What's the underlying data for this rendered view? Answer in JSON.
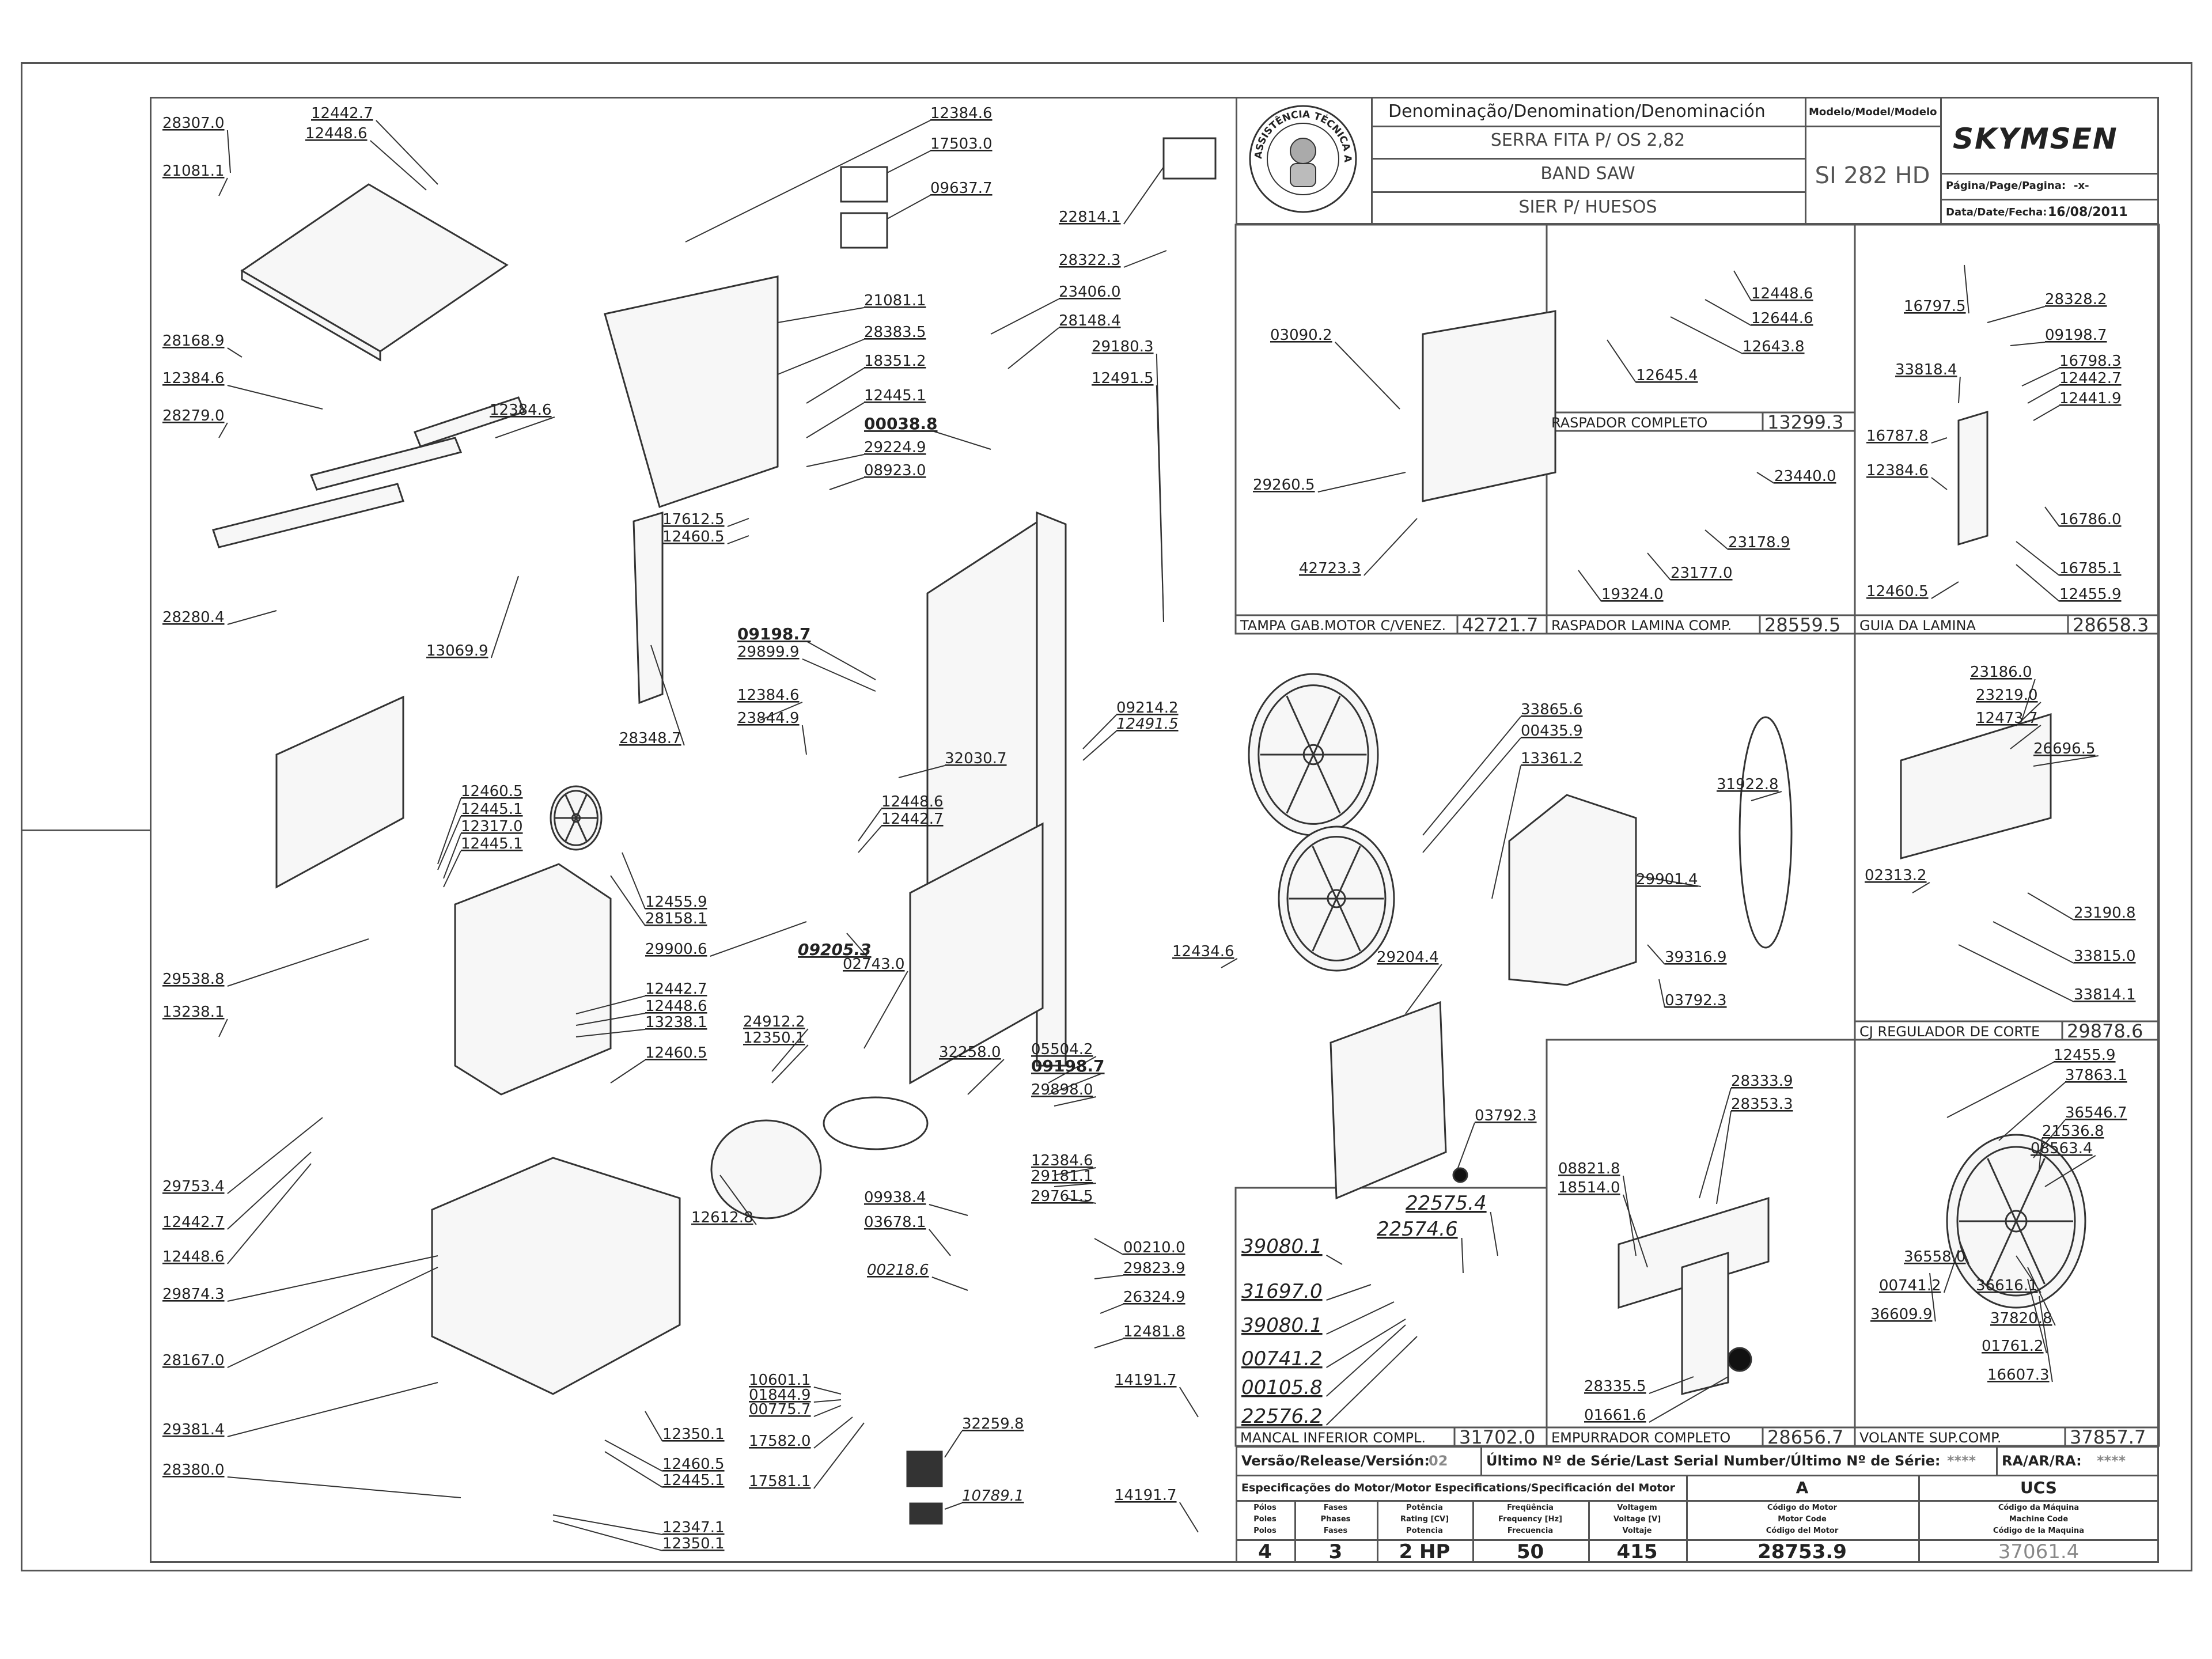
{
  "title_block": {
    "header_denomination": "Denominação/Denomination/Denominación",
    "header_model": "Modelo/Model/Modelo",
    "name_pt": "SERRA FITA P/ OS 2,82",
    "name_en": "BAND SAW",
    "name_es": "SIER P/ HUESOS",
    "model": "SI 282 HD",
    "brand": "SKYMSEN",
    "page_label": "Página/Page/Pagina:",
    "page_value": "-x-",
    "date_label": "Data/Date/Fecha:",
    "date_value": "16/08/2011",
    "seal_text": "ASSISTÊNCIA TÉCNICA AUTORIZADA"
  },
  "bottom_block": {
    "version_label": "Versão/Release/Versión:",
    "version_value": "02",
    "serial_label": "Último Nº de Série/Last Serial Number/Último Nº de Série:",
    "serial_value": "****",
    "ra_label": "RA/AR/RA:",
    "ra_value": "****",
    "motor_spec_label": "Especificações do Motor/Motor Especifications/Specificación del Motor",
    "col_a": "A",
    "col_ucs": "UCS",
    "poles_label": [
      "Pólos",
      "Poles",
      "Polos"
    ],
    "phases_label": [
      "Fases",
      "Phases",
      "Fases"
    ],
    "power_label": [
      "Potência",
      "Rating [CV]",
      "Potencia"
    ],
    "freq_label": [
      "Freqüência",
      "Frequency [Hz]",
      "Frecuencia"
    ],
    "volt_label": [
      "Voltagem",
      "Voltage [V]",
      "Voltaje"
    ],
    "motor_code_label": [
      "Código do Motor",
      "Motor Code",
      "Código del Motor"
    ],
    "machine_code_label": [
      "Código da Máquina",
      "Machine Code",
      "Código de la Maquina"
    ],
    "poles": "4",
    "phases": "3",
    "power": "2 HP",
    "freq": "50",
    "volt": "415",
    "motor_code": "28753.9",
    "machine_code": "37061.4"
  },
  "subassemblies": {
    "tampa": {
      "label": "TAMPA GAB.MOTOR C/VENEZ.",
      "code": "42721.7"
    },
    "raspador_completo": {
      "label": "RASPADOR COMPLETO",
      "code": "13299.3"
    },
    "raspador_lamina": {
      "label": "RASPADOR LAMINA COMP.",
      "code": "28559.5"
    },
    "guia_lamina": {
      "label": "GUIA DA LAMINA",
      "code": "28658.3"
    },
    "cj_regulador": {
      "label": "CJ REGULADOR DE CORTE",
      "code": "29878.6"
    },
    "mancal": {
      "label": "MANCAL INFERIOR COMPL.",
      "code": "31702.0"
    },
    "empurrador": {
      "label": "EMPURRADOR COMPLETO",
      "code": "28656.7"
    },
    "volante": {
      "label": "VOLANTE SUP.COMP.",
      "code": "37857.7"
    }
  },
  "parts": {
    "main": [
      "28307.0",
      "12442.7",
      "12448.6",
      "12384.6",
      "17503.0",
      "09637.7",
      "21081.1",
      "22814.1",
      "28322.3",
      "21081.1",
      "28383.5",
      "23406.0",
      "28148.4",
      "28168.9",
      "18351.2",
      "29180.3",
      "12384.6",
      "12445.1",
      "12491.5",
      "12384.6",
      "28279.0",
      "00038.8",
      "29224.9",
      "08923.0",
      "17612.5",
      "12460.5",
      "28280.4",
      "13069.9",
      "09198.7",
      "29899.9",
      "12384.6",
      "23844.9",
      "09214.2",
      "12491.5",
      "33865.6",
      "00435.9",
      "28348.7",
      "13361.2",
      "32030.7",
      "31922.8",
      "12460.5",
      "12445.1",
      "12317.0",
      "12445.1",
      "12448.6",
      "12442.7",
      "12455.9",
      "28158.1",
      "29900.6",
      "29901.4",
      "39316.9",
      "29538.8",
      "09205.3",
      "02743.0",
      "29204.4",
      "03792.3",
      "13238.1",
      "12442.7",
      "12448.6",
      "13238.1",
      "12460.5",
      "12434.6",
      "24912.2",
      "12350.1",
      "32258.0",
      "05504.2",
      "09198.7",
      "29898.0",
      "03792.3",
      "29753.4",
      "12384.6",
      "29181.1",
      "29761.5",
      "12442.7",
      "09938.4",
      "12612.8",
      "03678.1",
      "12448.6",
      "00210.0",
      "29823.9",
      "29874.3",
      "00218.6",
      "26324.9",
      "12481.8",
      "28167.0",
      "10601.1",
      "14191.7",
      "01844.9",
      "00775.7",
      "29381.4",
      "12350.1",
      "17582.0",
      "12460.5",
      "32259.8",
      "12445.1",
      "17581.1",
      "28380.0",
      "10789.1",
      "14191.7",
      "12347.1",
      "12350.1"
    ],
    "tampa_box": [
      "03090.2",
      "29260.5",
      "42723.3"
    ],
    "raspador_box": [
      "12448.6",
      "12644.6",
      "12643.8",
      "12645.4",
      "23440.0",
      "23178.9",
      "23177.0",
      "19324.0"
    ],
    "guia_box": [
      "16797.5",
      "28328.2",
      "09198.7",
      "33818.4",
      "16798.3",
      "12442.7",
      "12441.9",
      "16787.8",
      "12384.6",
      "16786.0",
      "16785.1",
      "12460.5",
      "12455.9"
    ],
    "regulador_box": [
      "23186.0",
      "23219.0",
      "12473.7",
      "26696.5",
      "02313.2",
      "23190.8",
      "33815.0",
      "33814.1"
    ],
    "mancal_box": [
      "22575.4",
      "22574.6",
      "39080.1",
      "31697.0",
      "39080.1",
      "00741.2",
      "00105.8",
      "22576.2"
    ],
    "empurrador_box": [
      "28333.9",
      "28353.3",
      "08821.8",
      "18514.0",
      "28335.5",
      "01661.6"
    ],
    "volante_box": [
      "12455.9",
      "37863.1",
      "36546.7",
      "21536.8",
      "08563.4",
      "36558.0",
      "00741.2",
      "36616.1",
      "36609.9",
      "37820.8",
      "01761.2",
      "16607.3"
    ]
  },
  "colors": {
    "line": "#333333",
    "frame": "#555555",
    "fill": "#f4f4f4"
  }
}
